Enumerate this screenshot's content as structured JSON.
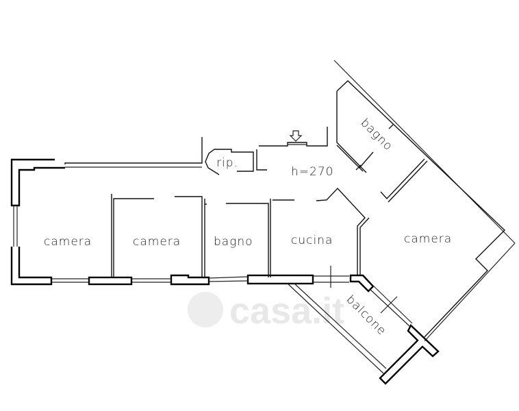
{
  "title": "Floor plan",
  "rooms": {
    "camera_1": "camera",
    "camera_2": "camera",
    "bagno_1": "bagno",
    "cucina": "cucina",
    "camera_3": "camera",
    "bagno_2": "bagno",
    "ripostiglio": "rip.",
    "balcone": "balcone"
  },
  "ceiling_height": "h=270",
  "watermark": "casa.it",
  "colors": {
    "line": "#111111",
    "background": "#ffffff"
  }
}
